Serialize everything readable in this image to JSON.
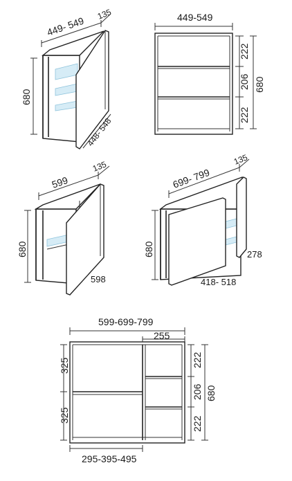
{
  "view1": {
    "width": "449- 549",
    "depth": "135",
    "height": "680",
    "door": "448- 548"
  },
  "view2": {
    "width": "449-549",
    "shelf_top": "222",
    "shelf_mid": "206",
    "shelf_bottom": "222",
    "height": "680"
  },
  "view3": {
    "width": "599",
    "depth": "135",
    "height": "680",
    "door": "598"
  },
  "view4": {
    "width": "699- 799",
    "depth": "135",
    "height": "680",
    "door": "418- 518",
    "side": "278"
  },
  "view5": {
    "width": "599-699-799",
    "compartment": "255",
    "left_top": "325",
    "left_bottom": "325",
    "right_top": "222",
    "right_mid": "206",
    "right_bottom": "222",
    "height": "680",
    "door": "295-395-495"
  }
}
